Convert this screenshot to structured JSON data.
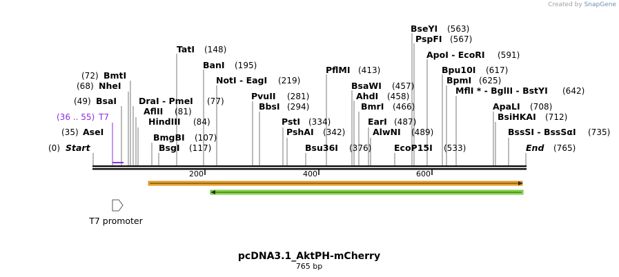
{
  "credit": {
    "prefix": "Created by",
    "brand": "SnapGene"
  },
  "title": "pcDNA3.1_AktPH-mCherry",
  "subtitle": "765 bp",
  "ticks": [
    "200",
    "400",
    "600"
  ],
  "enzymes": [
    {
      "name": "Start",
      "pos": "(0)",
      "pos_first": true
    },
    {
      "name": "AseI",
      "pos": "(35)",
      "pos_first": true
    },
    {
      "name": "BsaI",
      "pos": "(49)",
      "pos_first": true
    },
    {
      "name": "NheI",
      "pos": "(68)",
      "pos_first": true
    },
    {
      "name": "BmtI",
      "pos": "(72)",
      "pos_first": true
    },
    {
      "name": "DraI  -  PmeI",
      "pos": "(77)"
    },
    {
      "name": "AflII",
      "pos": "(81)"
    },
    {
      "name": "HindIII",
      "pos": "(84)"
    },
    {
      "name": "BmgBI",
      "pos": "(107)"
    },
    {
      "name": "BsgI",
      "pos": "(117)"
    },
    {
      "name": "TatI",
      "pos": "(148)"
    },
    {
      "name": "BanI",
      "pos": "(195)"
    },
    {
      "name": "NotI  -  EagI",
      "pos": "(219)"
    },
    {
      "name": "PvuII",
      "pos": "(281)"
    },
    {
      "name": "BbsI",
      "pos": "(294)"
    },
    {
      "name": "PstI",
      "pos": "(334)"
    },
    {
      "name": "PshAI",
      "pos": "(342)"
    },
    {
      "name": "Bsu36I",
      "pos": "(376)"
    },
    {
      "name": "PflMI",
      "pos": "(413)"
    },
    {
      "name": "BsaWI",
      "pos": "(457)"
    },
    {
      "name": "AhdI",
      "pos": "(458)"
    },
    {
      "name": "BmrI",
      "pos": "(466)"
    },
    {
      "name": "EarI",
      "pos": "(487)"
    },
    {
      "name": "AlwNI",
      "pos": "(489)"
    },
    {
      "name": "EcoP15I",
      "pos": "(533)"
    },
    {
      "name": "BseYI",
      "pos": "(563)"
    },
    {
      "name": "PspFI",
      "pos": "(567)"
    },
    {
      "name": "ApoI  -  EcoRI",
      "pos": "(591)"
    },
    {
      "name": "Bpu10I",
      "pos": "(617)"
    },
    {
      "name": "BpmI",
      "pos": "(625)"
    },
    {
      "name": "MflI *  -  BglII  -  BstYI",
      "pos": "(642)"
    },
    {
      "name": "ApaLI",
      "pos": "(708)"
    },
    {
      "name": "BsiHKAI",
      "pos": "(712)"
    },
    {
      "name": "BssSI  -  BssSαI",
      "pos": "(735)"
    },
    {
      "name": "End",
      "pos": "(765)"
    }
  ],
  "primer": {
    "range": "(36 .. 55)",
    "name": "T7"
  },
  "feature": {
    "label": "T7 promoter"
  },
  "colors": {
    "orange_feature": "#f5a623",
    "green_feature": "#7ed321",
    "primer": "#8a2be2"
  }
}
